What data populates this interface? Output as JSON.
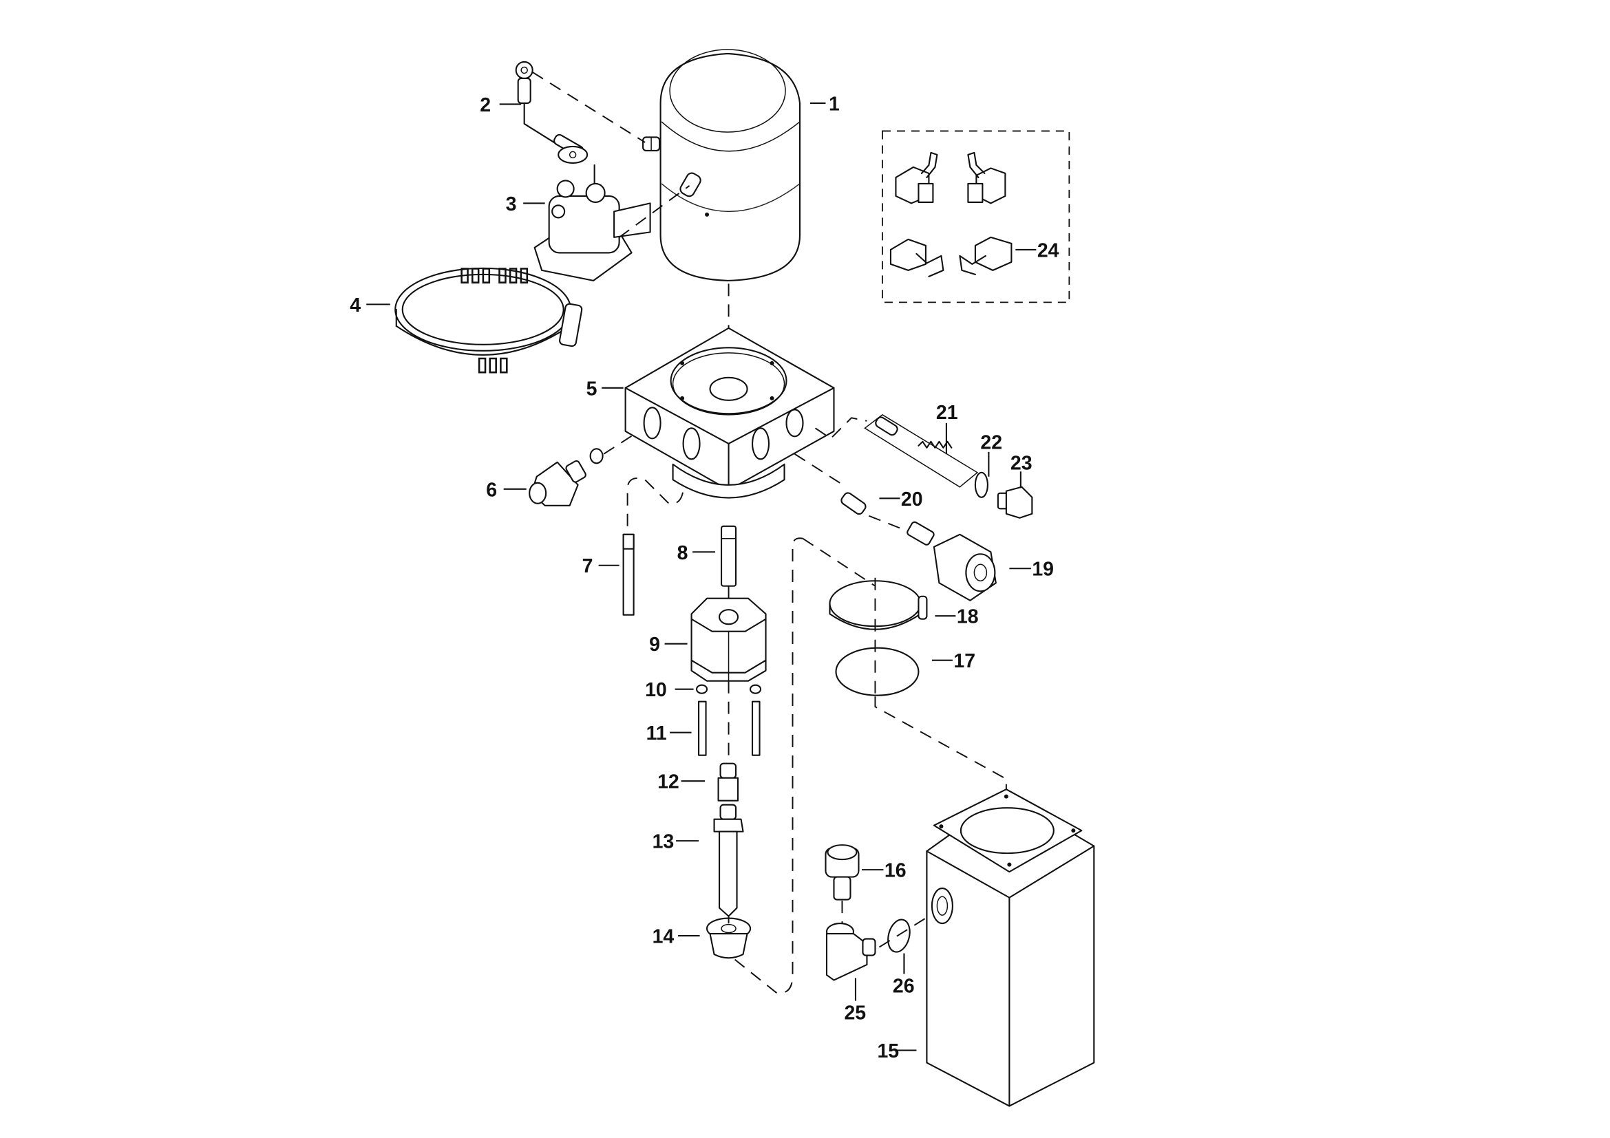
{
  "diagram": {
    "title": "Hydraulic power unit exploded parts view",
    "callouts": [
      {
        "id": "1",
        "label": "1",
        "part": "electric-motor"
      },
      {
        "id": "2",
        "label": "2",
        "part": "battery-cable"
      },
      {
        "id": "3",
        "label": "3",
        "part": "starter-solenoid"
      },
      {
        "id": "4",
        "label": "4",
        "part": "hose-clamp"
      },
      {
        "id": "5",
        "label": "5",
        "part": "center-manifold-block"
      },
      {
        "id": "6",
        "label": "6",
        "part": "relief-valve"
      },
      {
        "id": "7",
        "label": "7",
        "part": "return-tube"
      },
      {
        "id": "8",
        "label": "8",
        "part": "drive-coupling"
      },
      {
        "id": "9",
        "label": "9",
        "part": "gear-pump"
      },
      {
        "id": "10",
        "label": "10",
        "part": "washer"
      },
      {
        "id": "11",
        "label": "11",
        "part": "pump-bolt"
      },
      {
        "id": "12",
        "label": "12",
        "part": "adapter-fitting"
      },
      {
        "id": "13",
        "label": "13",
        "part": "suction-tube"
      },
      {
        "id": "14",
        "label": "14",
        "part": "suction-filter"
      },
      {
        "id": "15",
        "label": "15",
        "part": "reservoir-tank"
      },
      {
        "id": "16",
        "label": "16",
        "part": "breather-cap"
      },
      {
        "id": "17",
        "label": "17",
        "part": "o-ring-seal"
      },
      {
        "id": "18",
        "label": "18",
        "part": "tank-clamp"
      },
      {
        "id": "19",
        "label": "19",
        "part": "solenoid-valve"
      },
      {
        "id": "20",
        "label": "20",
        "part": "check-valve"
      },
      {
        "id": "21",
        "label": "21",
        "part": "valve-cartridge-spring"
      },
      {
        "id": "22",
        "label": "22",
        "part": "o-ring"
      },
      {
        "id": "23",
        "label": "23",
        "part": "plug"
      },
      {
        "id": "24",
        "label": "24",
        "part": "motor-brush-kit"
      },
      {
        "id": "25",
        "label": "25",
        "part": "elbow-fitting"
      },
      {
        "id": "26",
        "label": "26",
        "part": "o-ring"
      }
    ]
  }
}
